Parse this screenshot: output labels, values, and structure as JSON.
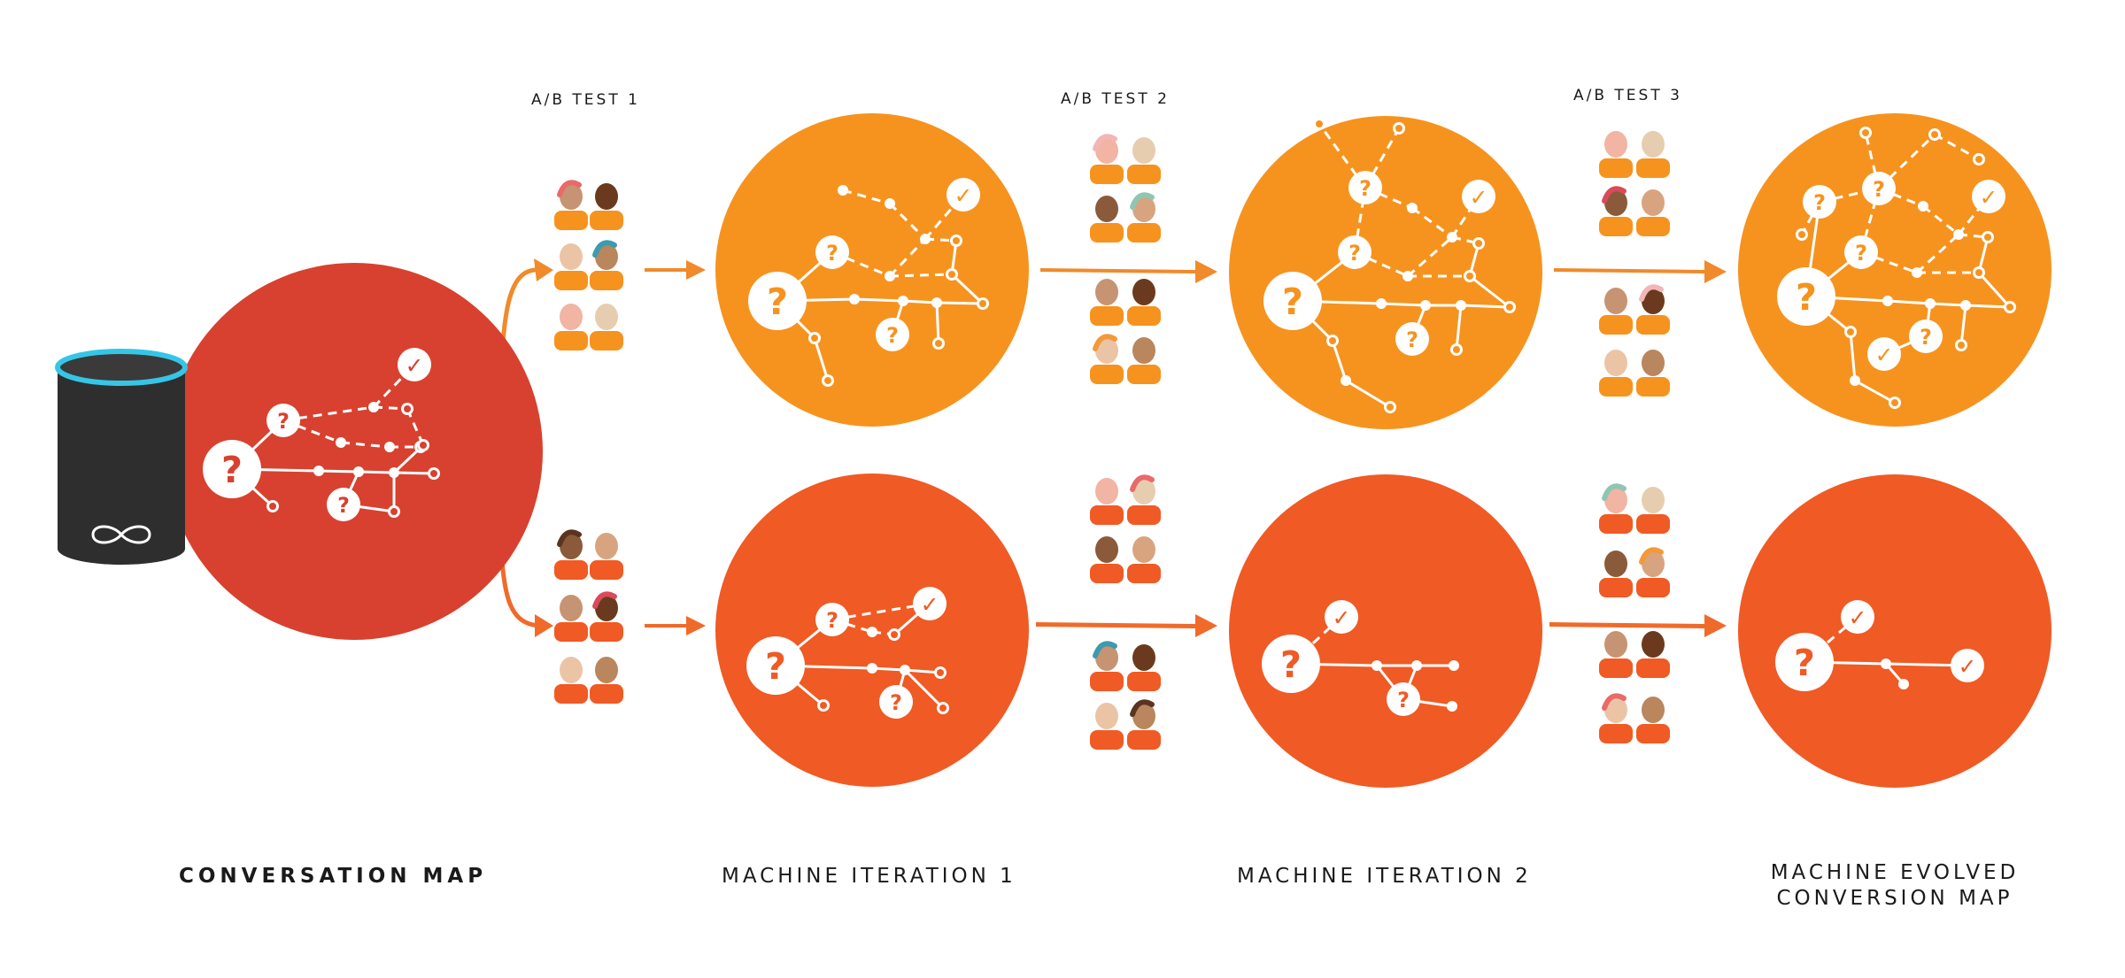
{
  "labels": {
    "conversation_map": "CONVERSATION MAP",
    "machine_iteration_1": "MACHINE ITERATION 1",
    "machine_iteration_2": "MACHINE ITERATION 2",
    "machine_evolved_line1": "MACHINE EVOLVED",
    "machine_evolved_line2": "CONVERSION MAP",
    "ab_test_1": "A/B TEST 1",
    "ab_test_2": "A/B TEST 2",
    "ab_test_3": "A/B TEST 3"
  },
  "symbols": {
    "question": "?",
    "check": "✓"
  },
  "colors": {
    "conversation_red": "#D8412F",
    "orange_top": "#F6931F",
    "orange_bottom": "#F05A24",
    "device_body": "#2E2E2E",
    "device_ring": "#35C6E6",
    "node_white": "#FFFFFF"
  }
}
